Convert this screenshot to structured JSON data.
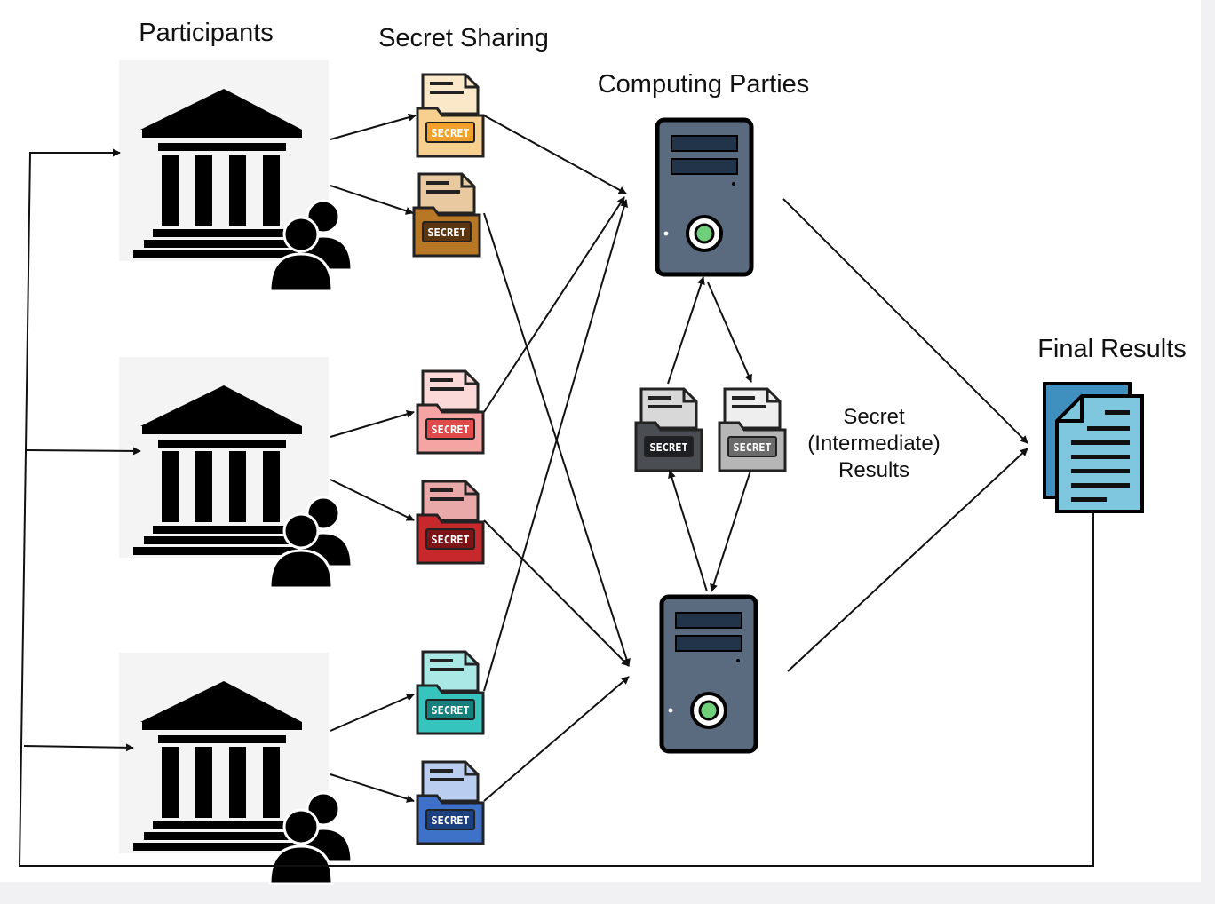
{
  "headings": {
    "participants": "Participants",
    "secret_sharing": "Secret Sharing",
    "computing_parties": "Computing Parties",
    "final_results": "Final Results"
  },
  "intermediate_label": {
    "line1": "Secret",
    "line2": "(Intermediate)",
    "line3": "Results"
  },
  "folder_tag": "SECRET",
  "share_colors": {
    "p1_a": {
      "body": "#f7cf8e",
      "paper": "#fbe8c8",
      "tag": "#f2a22a"
    },
    "p1_b": {
      "body": "#b87724",
      "paper": "#e8c9a0",
      "tag": "#5a3510"
    },
    "p2_a": {
      "body": "#f5a3a3",
      "paper": "#fbd9d9",
      "tag": "#e14a4a"
    },
    "p2_b": {
      "body": "#c6282b",
      "paper": "#eaa9a9",
      "tag": "#7a1416"
    },
    "p3_a": {
      "body": "#36c4bf",
      "paper": "#a9e8e5",
      "tag": "#16807c"
    },
    "p3_b": {
      "body": "#3e72c9",
      "paper": "#b9cdf0",
      "tag": "#1c3f80"
    },
    "int_a": {
      "body": "#4a4d52",
      "paper": "#d8d8d8",
      "tag": "#1e1f22"
    },
    "int_b": {
      "body": "#b6b6b6",
      "paper": "#eeeeee",
      "tag": "#6b6b6b"
    }
  },
  "server_colors": {
    "body": "#5a6b80",
    "slot": "#22344a",
    "led": "#6fcf7a"
  },
  "result_colors": {
    "back": "#3f8fbf",
    "front": "#7ec7de",
    "lines": "#111111"
  }
}
